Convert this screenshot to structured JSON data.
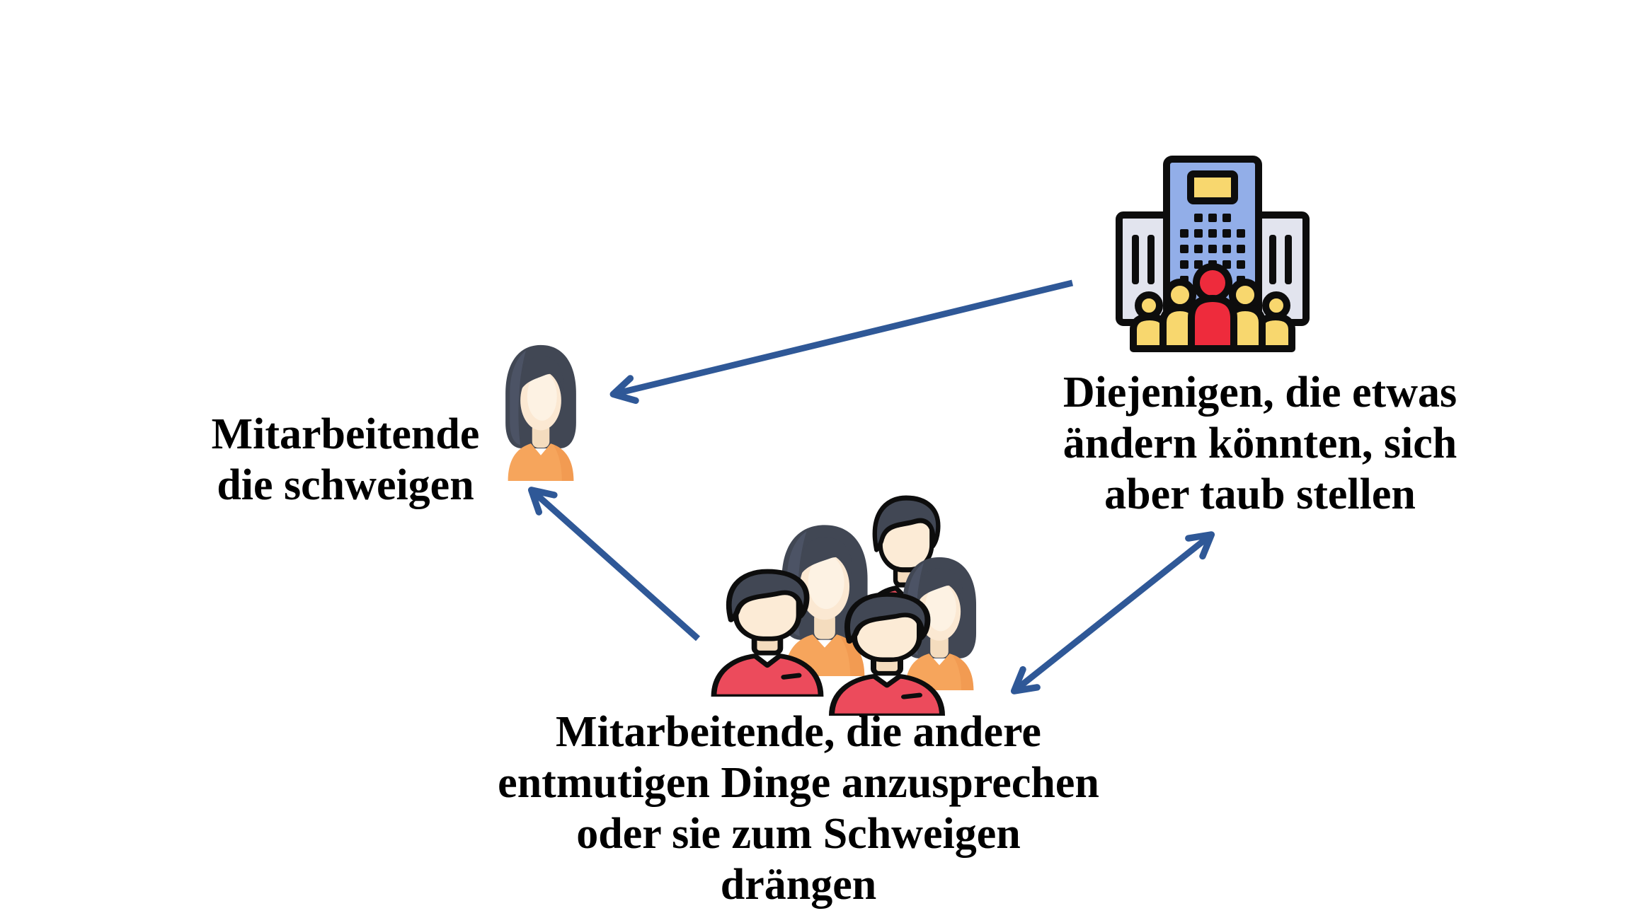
{
  "labels": {
    "silent_employees": {
      "lines": [
        "Mitarbeitende",
        "die schweigen"
      ]
    },
    "deaf_management": {
      "lines": [
        "Diejenigen, die etwas",
        "ändern könnten, sich",
        "aber taub stellen"
      ]
    },
    "discouraging_employees": {
      "lines": [
        "Mitarbeitende, die andere",
        "entmutigen Dinge anzusprechen",
        "oder sie zum Schweigen",
        "drängen"
      ]
    }
  },
  "icons": {
    "silent_employees": "woman-avatar-icon",
    "deaf_management": "office-building-with-people-icon",
    "discouraging_employees": "people-group-icon"
  },
  "arrows": [
    {
      "from": "deaf_management",
      "to": "silent_employees",
      "heads": "single"
    },
    {
      "from": "discouraging_employees",
      "to": "silent_employees",
      "heads": "single"
    },
    {
      "from": "discouraging_employees",
      "to": "deaf_management",
      "heads": "double"
    }
  ],
  "colors": {
    "text_black": "#000000",
    "arrow_blue": "#2F5897",
    "building_blue": "#92AEE8",
    "wing_gray": "#E2E4EE",
    "accent_yellow": "#F8D76E",
    "accent_red": "#EE2B3C",
    "man_shirt_red": "#EC4B5C",
    "shirt_orange": "#F6A55C",
    "shirt_orange_dark": "#EF934B",
    "hair_dark": "#414754",
    "hair_light": "#4C5365",
    "face_cream": "#FBE8D2",
    "face_light": "#FDF2E3",
    "neck_shade": "#F4DCBE",
    "man_face": "#FCEBD6",
    "outline": "#0D0D0D",
    "background": "#FFFFFF"
  }
}
